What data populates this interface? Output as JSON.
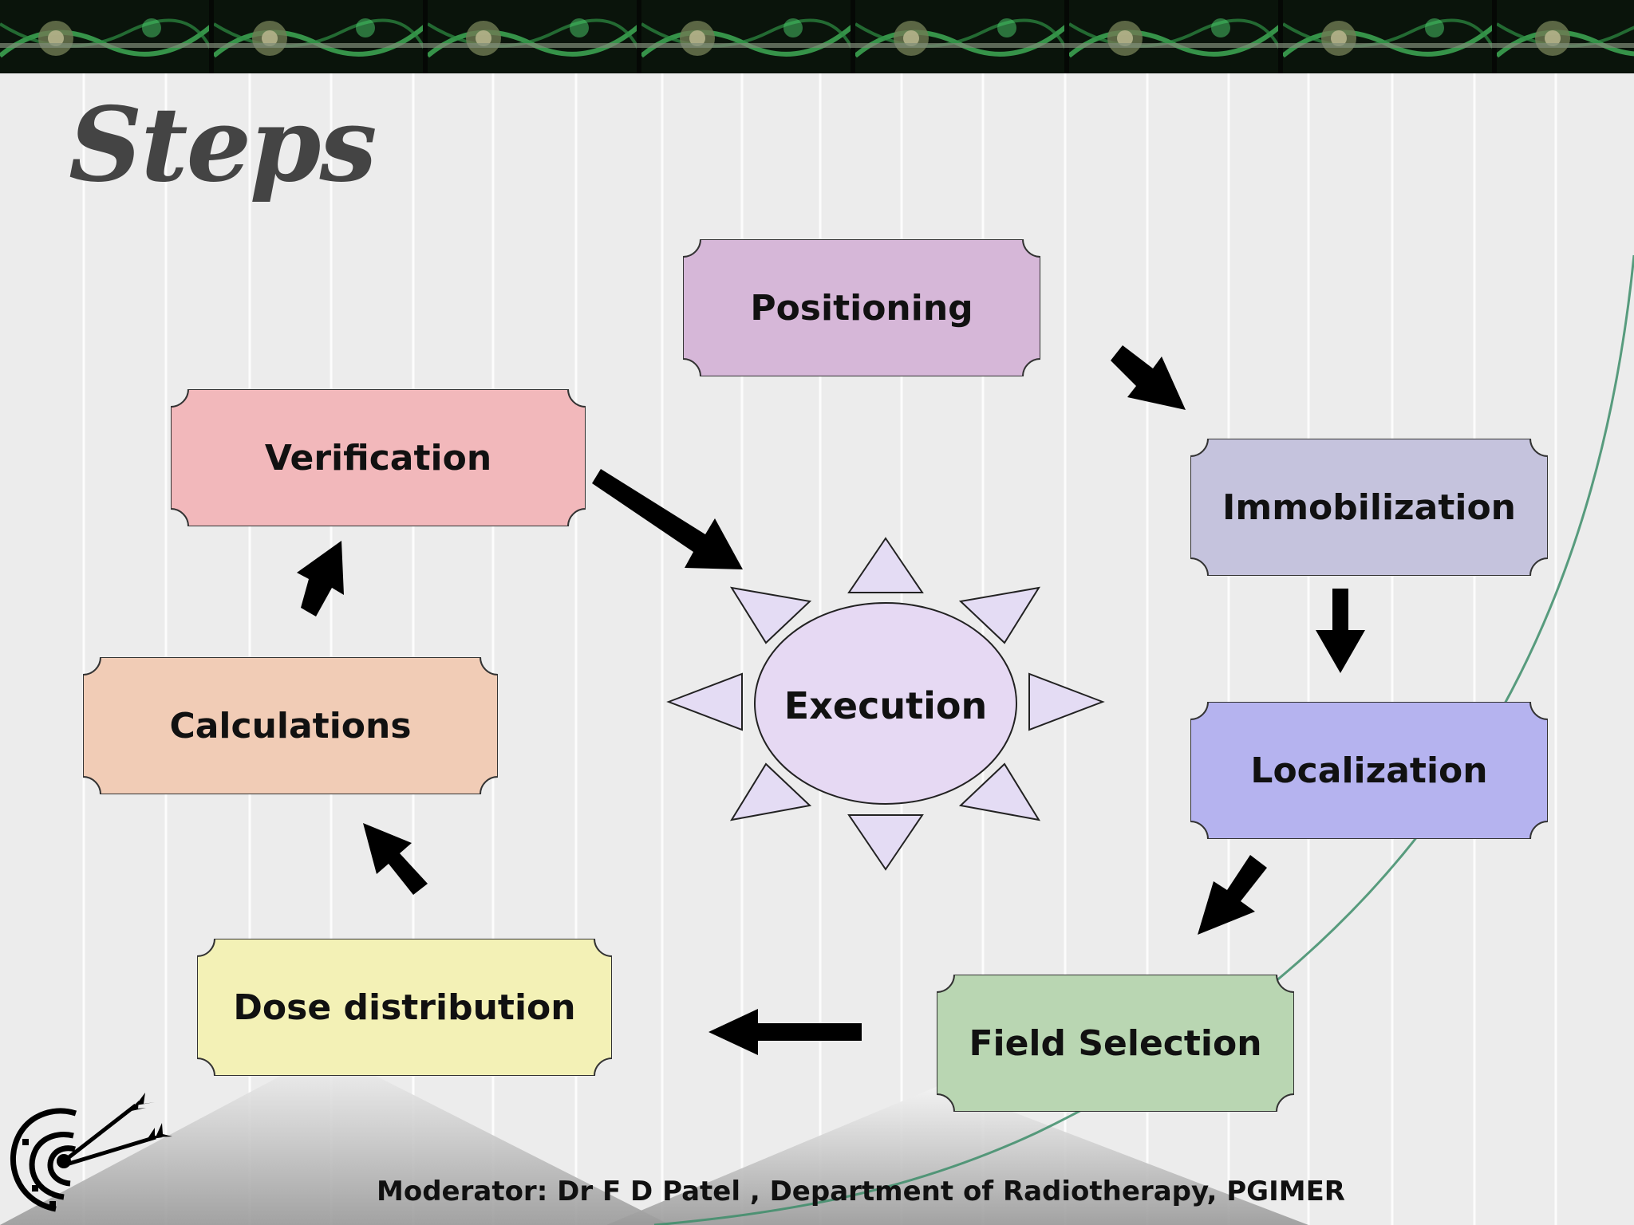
{
  "slide": {
    "title": "Steps",
    "footer": "Moderator: Dr F D Patel , Department of Radiotherapy, PGIMER"
  },
  "diagram": {
    "center": {
      "label": "Execution",
      "fill": "#e6d9f3"
    },
    "steps": [
      {
        "id": "positioning",
        "label": "Positioning",
        "fill": "#d6b7d8"
      },
      {
        "id": "immobilization",
        "label": "Immobilization",
        "fill": "#c5c3dd"
      },
      {
        "id": "localization",
        "label": "Localization",
        "fill": "#b5b3ef"
      },
      {
        "id": "field-selection",
        "label": "Field Selection",
        "fill": "#b9d6b2"
      },
      {
        "id": "dose-distribution",
        "label": "Dose distribution",
        "fill": "#f3f1b6"
      },
      {
        "id": "calculations",
        "label": "Calculations",
        "fill": "#f1ccb6"
      },
      {
        "id": "verification",
        "label": "Verification",
        "fill": "#f2b8bb"
      }
    ],
    "flow": [
      [
        "positioning",
        "immobilization"
      ],
      [
        "immobilization",
        "localization"
      ],
      [
        "localization",
        "field-selection"
      ],
      [
        "field-selection",
        "dose-distribution"
      ],
      [
        "dose-distribution",
        "calculations"
      ],
      [
        "calculations",
        "verification"
      ],
      [
        "verification",
        "execution"
      ]
    ]
  }
}
